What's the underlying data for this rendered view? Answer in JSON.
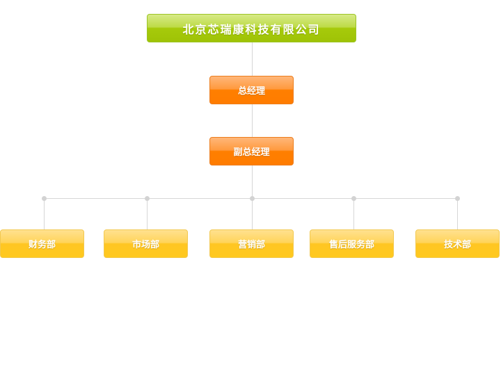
{
  "org": {
    "company": "北京芯瑞康科技有限公司",
    "general_manager": "总经理",
    "deputy_general_manager": "副总经理",
    "departments": [
      {
        "name": "财务部"
      },
      {
        "name": "市场部"
      },
      {
        "name": "营销部"
      },
      {
        "name": "售后服务部"
      },
      {
        "name": "技术部"
      }
    ]
  },
  "colors": {
    "company_fill": "#a6ca0b",
    "manager_fill": "#ff7f00",
    "department_fill": "#ffc623",
    "connector": "#d6d6d6"
  }
}
